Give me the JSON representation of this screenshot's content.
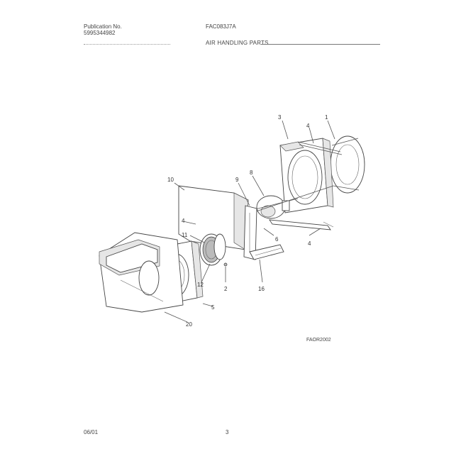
{
  "header": {
    "publication_label": "Publication No.",
    "publication_number": "5995344982",
    "model": "FAC083J7A",
    "section_title": "AIR HANDLING PARTS"
  },
  "diagram": {
    "callouts": [
      "3",
      "4",
      "1",
      "8",
      "9",
      "10",
      "4",
      "11",
      "12",
      "6",
      "4",
      "2",
      "16",
      "5",
      "20"
    ],
    "figure_code": "FAOR2002"
  },
  "footer": {
    "date": "06/01",
    "page": "3"
  }
}
